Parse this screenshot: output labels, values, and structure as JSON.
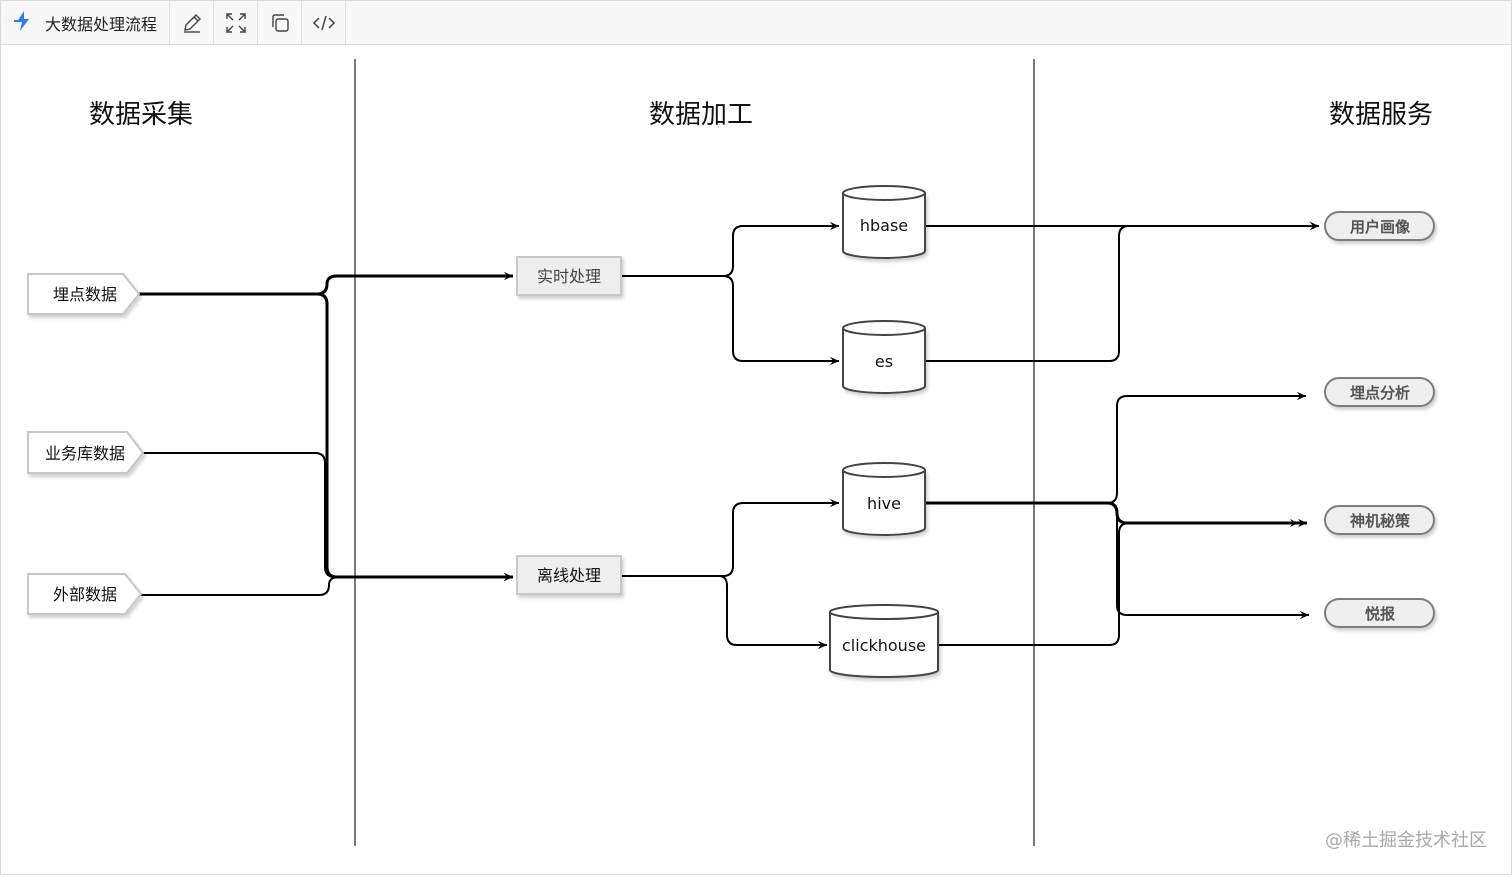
{
  "toolbar": {
    "title": "大数据处理流程",
    "icons": [
      "drawio-logo-icon",
      "edit-pencil-icon",
      "fullscreen-icon",
      "copy-icon",
      "code-icon"
    ]
  },
  "diagram": {
    "sections": {
      "collect": "数据采集",
      "process": "数据加工",
      "service": "数据服务"
    },
    "sources": {
      "tracking": "埋点数据",
      "business_db": "业务库数据",
      "external": "外部数据"
    },
    "processing": {
      "realtime": "实时处理",
      "offline": "离线处理"
    },
    "storage": {
      "hbase": "hbase",
      "es": "es",
      "hive": "hive",
      "clickhouse": "clickhouse"
    },
    "services": {
      "user_profile": "用户画像",
      "tracking_analysis": "埋点分析",
      "shenji": "神机秘策",
      "yuebao": "悦报"
    }
  },
  "watermark": "@稀土掘金技术社区",
  "colors": {
    "stroke": "#000000",
    "divider": "#7a7a7a",
    "box_fill": "#eeeeee",
    "box_border": "#c8c8c8",
    "logo_blue": "#2f7de1"
  }
}
